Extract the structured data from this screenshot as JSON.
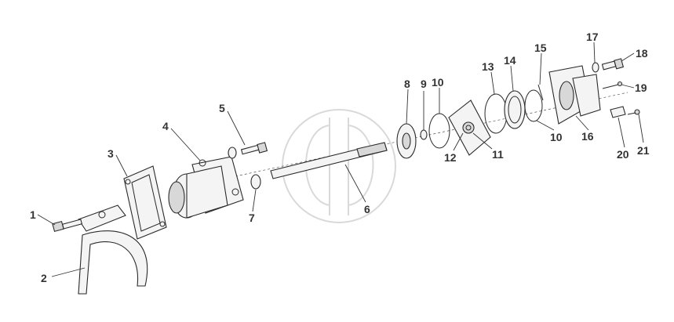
{
  "callouts": {
    "c1": "1",
    "c2": "2",
    "c3": "3",
    "c4": "4",
    "c5": "5",
    "c6": "6",
    "c7": "7",
    "c8": "8",
    "c9": "9",
    "c10a": "10",
    "c10b": "10",
    "c11": "11",
    "c12": "12",
    "c13": "13",
    "c14": "14",
    "c15": "15",
    "c16": "16",
    "c17": "17",
    "c18": "18",
    "c19": "19",
    "c20": "20",
    "c21": "21"
  },
  "colors": {
    "line": "#2a2a2a",
    "watermark": "#d9d9d9",
    "background": "#ffffff"
  }
}
